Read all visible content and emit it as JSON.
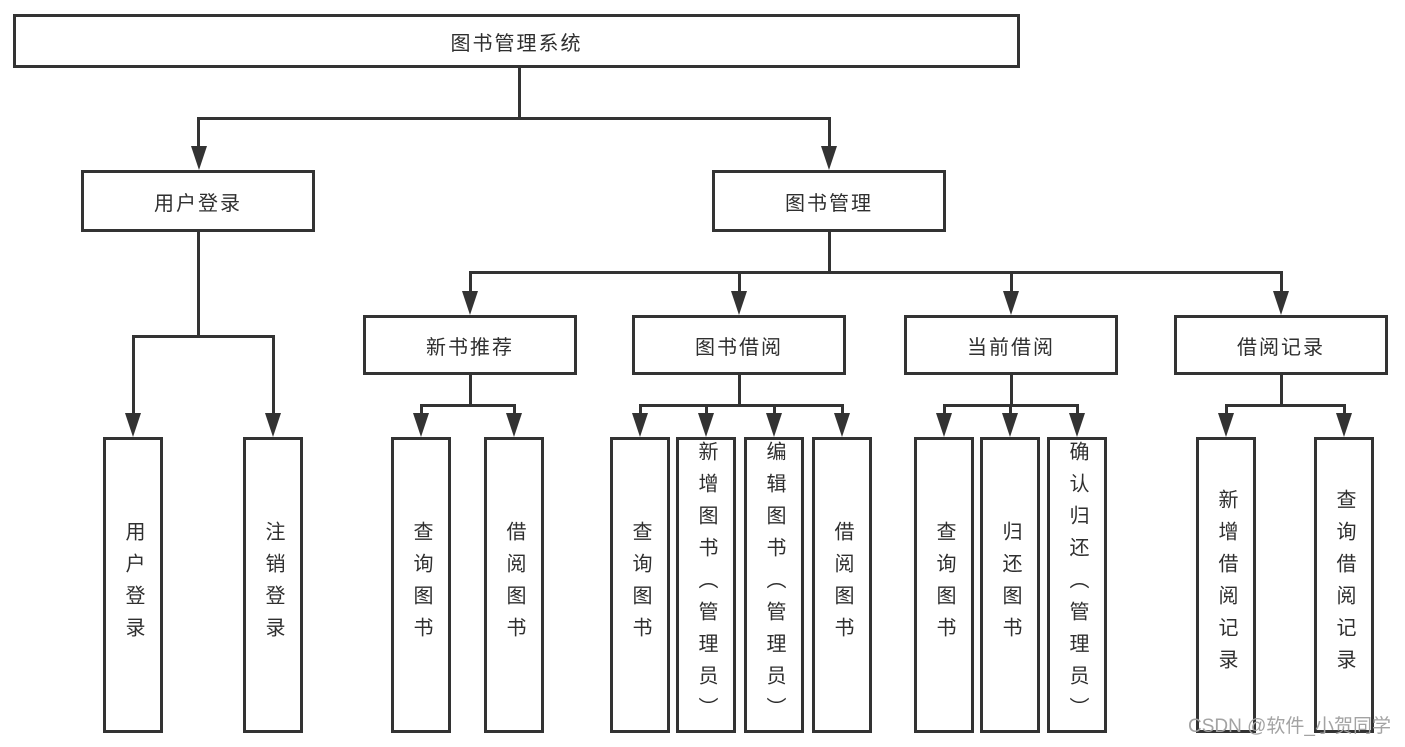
{
  "diagram": {
    "root": {
      "label": "图书管理系统"
    },
    "children": [
      {
        "label": "用户登录",
        "children": [
          {
            "label": "用户登录"
          },
          {
            "label": "注销登录"
          }
        ]
      },
      {
        "label": "图书管理",
        "children": [
          {
            "label": "新书推荐",
            "children": [
              {
                "label": "查询图书"
              },
              {
                "label": "借阅图书"
              }
            ]
          },
          {
            "label": "图书借阅",
            "children": [
              {
                "label": "查询图书"
              },
              {
                "label": "新增图书（管理员）"
              },
              {
                "label": "编辑图书（管理员）"
              },
              {
                "label": "借阅图书"
              }
            ]
          },
          {
            "label": "当前借阅",
            "children": [
              {
                "label": "查询图书"
              },
              {
                "label": "归还图书"
              },
              {
                "label": "确认归还（管理员）"
              }
            ]
          },
          {
            "label": "借阅记录",
            "children": [
              {
                "label": "新增借阅记录"
              },
              {
                "label": "查询借阅记录"
              }
            ]
          }
        ]
      }
    ],
    "colors": {
      "line": "#333333",
      "background": "#ffffff",
      "text": "#2f2f2f"
    }
  },
  "watermark": {
    "text": "CSDN @软件_小贺同学"
  }
}
